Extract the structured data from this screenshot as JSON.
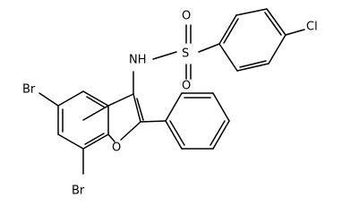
{
  "structure": {
    "atoms": [
      {
        "id": "chloro",
        "symbol": "Cl"
      },
      {
        "id": "sulfur",
        "symbol": "S"
      },
      {
        "id": "oxygen-top",
        "symbol": "O"
      },
      {
        "id": "oxygen-bottom",
        "symbol": "O"
      },
      {
        "id": "amine",
        "symbol": "NH"
      },
      {
        "id": "bromo-upper",
        "symbol": "Br"
      },
      {
        "id": "bromo-lower",
        "symbol": "Br"
      },
      {
        "id": "furan-oxygen",
        "symbol": "O"
      }
    ]
  }
}
